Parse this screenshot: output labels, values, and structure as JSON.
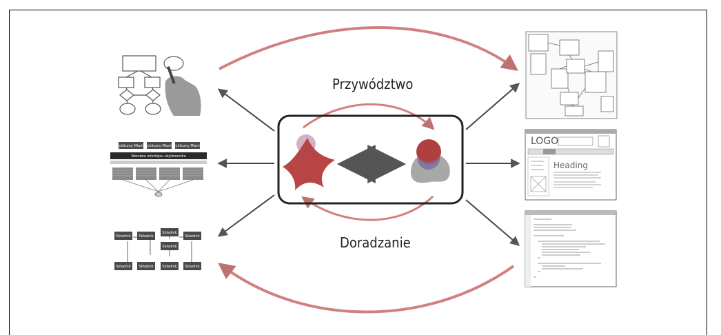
{
  "labels": {
    "top": "Przywództwo",
    "bottom": "Doradzanie"
  },
  "left": {
    "middle": {
      "boxes": [
        "Cykliczny Mianiu",
        "Cykliczny Mianiu",
        "Cykliczny Mianiu"
      ],
      "bar": "Warstwa interfejsu użytkownika"
    },
    "bottom": {
      "node": "Składnik"
    }
  },
  "right": {
    "wireframe": {
      "logo": "LOGO",
      "heading": "Heading"
    }
  }
}
